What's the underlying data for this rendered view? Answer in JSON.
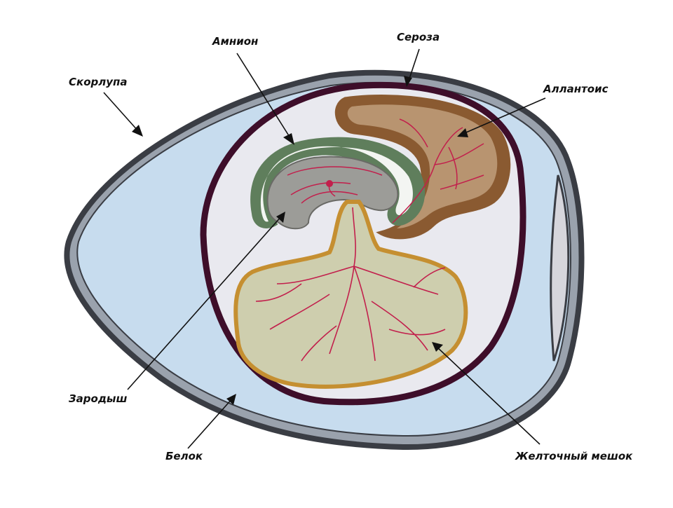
{
  "labels": {
    "amnion": "Амнион",
    "serosa": "Сероза",
    "shell": "Скорлупа",
    "allantois": "Аллантоис",
    "embryo": "Зародыш",
    "albumen": "Белок",
    "yolk_sac": "Желточный мешок"
  },
  "colors": {
    "shell_outline": "#3a3d44",
    "shell_fill": "#9aa2ad",
    "albumen": "#c7dcee",
    "serosa": "#3e0e2a",
    "inner_space": "#e9e9ef",
    "amnion_green": "#5f7e5c",
    "amnion_light": "#f3f5f2",
    "embryo": "#9c9c98",
    "allantois_outer": "#8a5a31",
    "allantois_fill": "#b89470",
    "yolk_outline": "#c58f31",
    "yolk_fill": "#ceceae",
    "vessels": "#c21f4c",
    "air_cell": "#d6d6dc"
  }
}
